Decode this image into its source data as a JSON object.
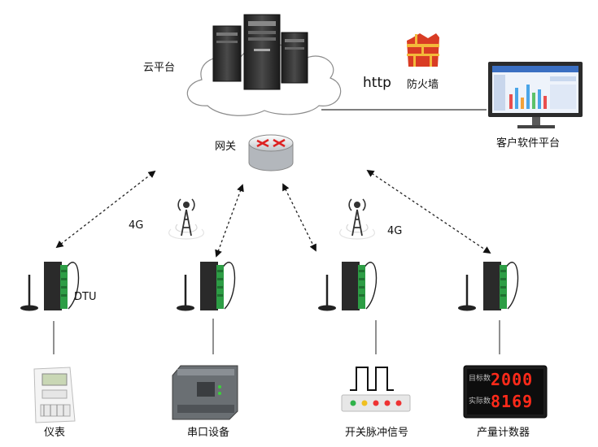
{
  "labels": {
    "cloud": "云平台",
    "http": "http",
    "firewall": "防火墙",
    "client": "客户软件平台",
    "gateway": "网关",
    "net_4g_left": "4G",
    "net_4g_right": "4G",
    "dtu": "DTU",
    "meter": "仪表",
    "serial": "串口设备",
    "switch_pulse": "开关脉冲信号",
    "counter": "产量计数器"
  },
  "counter_display": {
    "target_label": "目标数",
    "target_value": "2000",
    "actual_label": "实际数",
    "actual_value": "8169"
  },
  "colors": {
    "dtu_green": "#2d9d45",
    "firewall_red": "#d93c24",
    "led_red": "#ff2a1a",
    "connector_dash": "#222222"
  }
}
